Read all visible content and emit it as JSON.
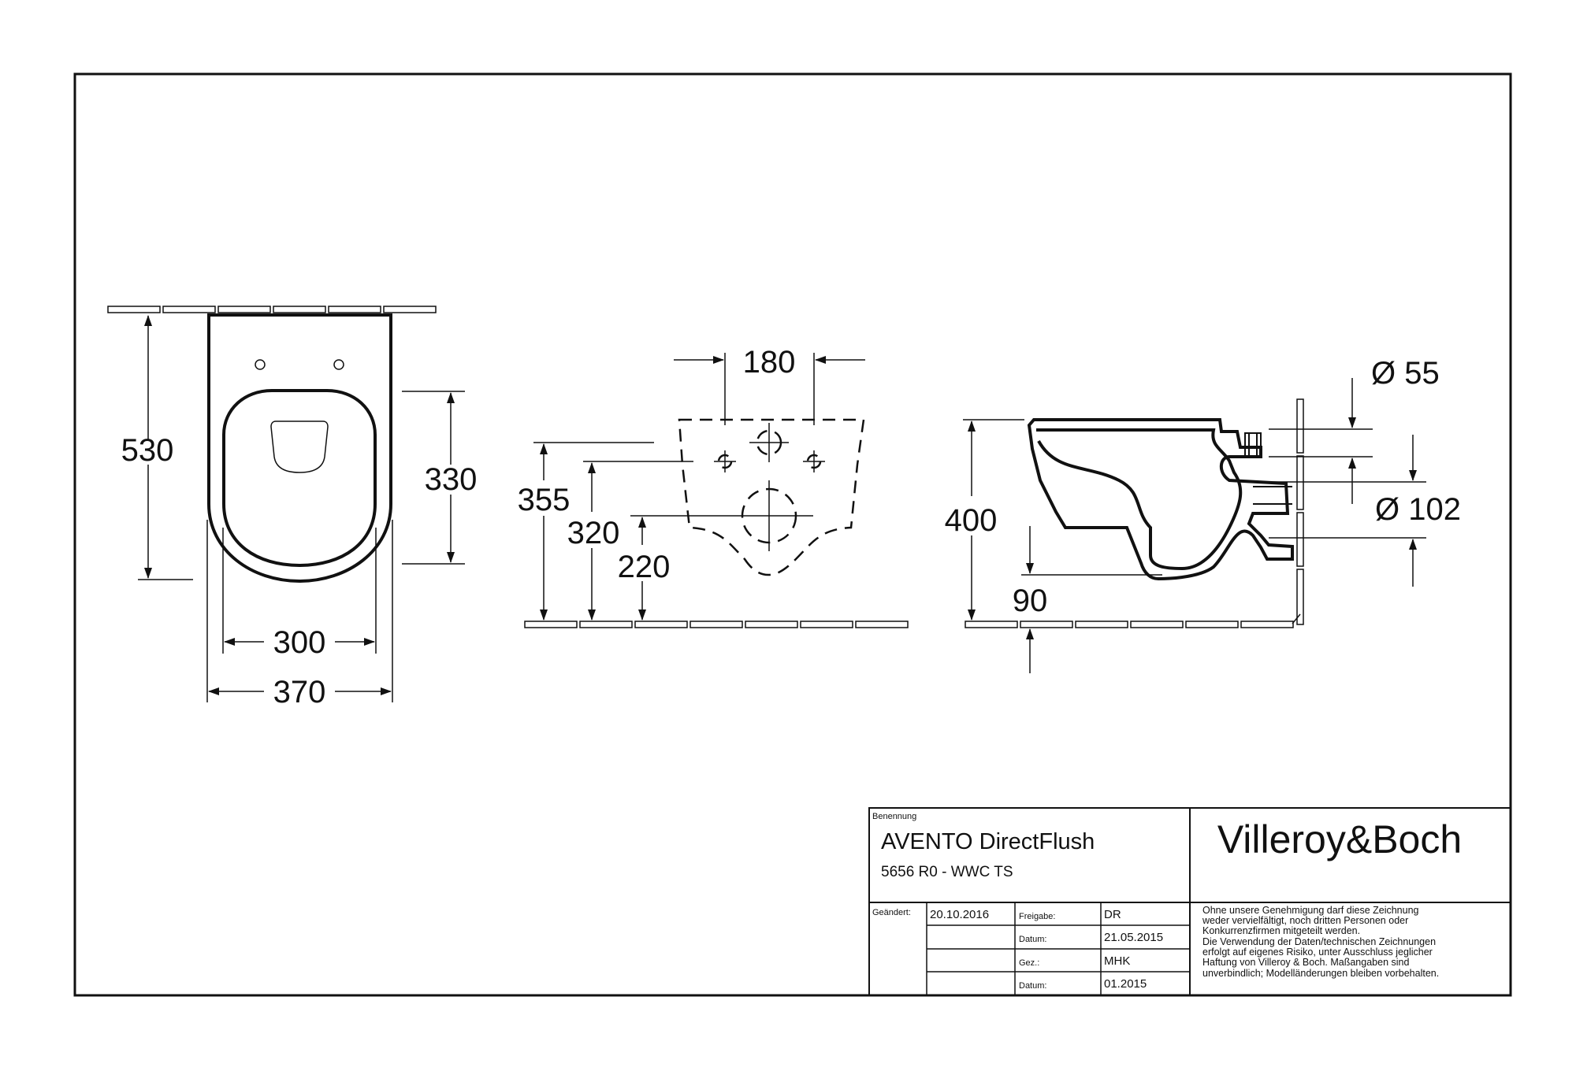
{
  "dimensions": {
    "top_view": {
      "length": "530",
      "inner_length": "330",
      "inner_width": "300",
      "width": "370"
    },
    "rear_view": {
      "fixing_spacing": "180",
      "height_355": "355",
      "height_320": "320",
      "height_220": "220"
    },
    "side_view": {
      "height": "400",
      "outlet_height": "90",
      "inlet_diameter": "Ø 55",
      "outlet_diameter": "Ø 102"
    }
  },
  "title_block": {
    "benennung_label": "Benennung",
    "product_name": "AVENTO DirectFlush",
    "article_number": "5656 R0 - WWC TS",
    "brand": "Villeroy&Boch",
    "geaendert_label": "Geändert:",
    "geaendert_value": "20.10.2016",
    "freigabe_label": "Freigabe:",
    "freigabe_value": "DR",
    "datum1_label": "Datum:",
    "datum1_value": "21.05.2015",
    "gez_label": "Gez.:",
    "gez_value": "MHK",
    "datum2_label": "Datum:",
    "datum2_value": "01.2015",
    "notice_lines": [
      "Ohne unsere Genehmigung darf diese Zeichnung",
      "weder vervielfältigt, noch dritten Personen oder",
      "Konkurrenzfirmen mitgeteilt werden.",
      "Die Verwendung der Daten/technischen Zeichnungen",
      "erfolgt auf eigenes Risiko, unter Ausschluss jeglicher",
      "Haftung von Villeroy & Boch. Maßangaben sind",
      "unverbindlich; Modelländerungen bleiben vorbehalten."
    ]
  }
}
